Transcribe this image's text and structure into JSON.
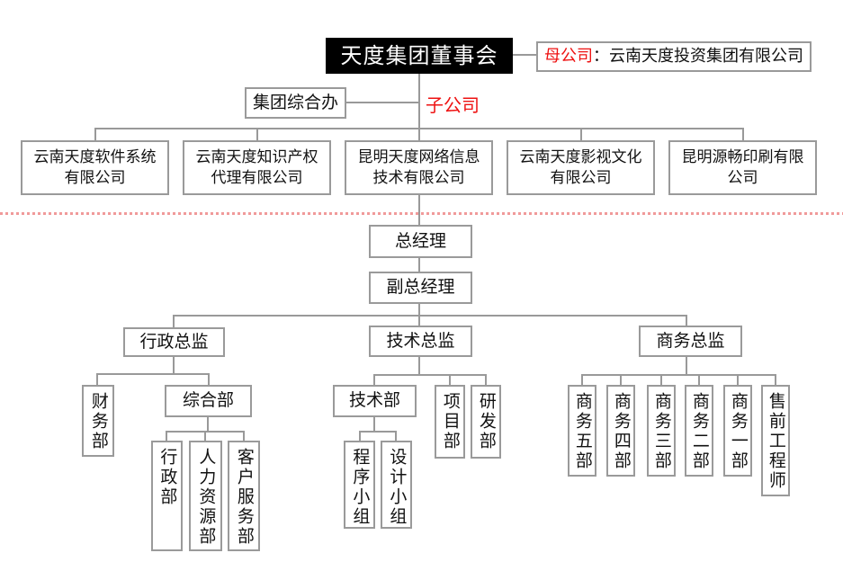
{
  "colors": {
    "node_border": "#9a9a9a",
    "connector_gray": "#999999",
    "title_bg": "#000000",
    "title_text": "#ffffff",
    "accent_red": "#ee1111",
    "divider_pink": "#f09a9a"
  },
  "org": {
    "board": {
      "label": "天度集团董事会"
    },
    "parent_company": {
      "label": "母公司",
      "colon": "：",
      "name": "云南天度投资集团有限公司"
    },
    "group_office": {
      "label": "集团综合办"
    },
    "subsidiary_tag": {
      "label": "子公司"
    },
    "companies": [
      {
        "line1": "云南天度软件系统",
        "line2": "有限公司"
      },
      {
        "line1": "云南天度知识产权",
        "line2": "代理有限公司"
      },
      {
        "line1": "昆明天度网络信息",
        "line2": "技术有限公司"
      },
      {
        "line1": "云南天度影视文化",
        "line2": "有限公司"
      },
      {
        "line1": "昆明源畅印刷有限",
        "line2": "公司"
      }
    ],
    "general_manager": {
      "label": "总经理"
    },
    "deputy_general_manager": {
      "label": "副总经理"
    },
    "directors": {
      "admin": {
        "label": "行政总监"
      },
      "tech": {
        "label": "技术总监"
      },
      "business": {
        "label": "商务总监"
      }
    },
    "admin_branch": {
      "finance": {
        "label": "财务部"
      },
      "general_affairs": {
        "label": "综合部"
      },
      "general_affairs_children": [
        {
          "label": "行政部"
        },
        {
          "label": "人力资源部"
        },
        {
          "label": "客户服务部"
        }
      ]
    },
    "tech_branch": {
      "tech_dept": {
        "label": "技术部"
      },
      "project_dept": {
        "label": "项目部"
      },
      "rnd_dept": {
        "label": "研发部"
      },
      "tech_dept_children": [
        {
          "label": "程序小组"
        },
        {
          "label": "设计小组"
        }
      ]
    },
    "business_branch": {
      "teams": [
        {
          "label": "商务五部"
        },
        {
          "label": "商务四部"
        },
        {
          "label": "商务三部"
        },
        {
          "label": "商务二部"
        },
        {
          "label": "商务一部"
        },
        {
          "label": "售前工程师"
        }
      ]
    }
  }
}
